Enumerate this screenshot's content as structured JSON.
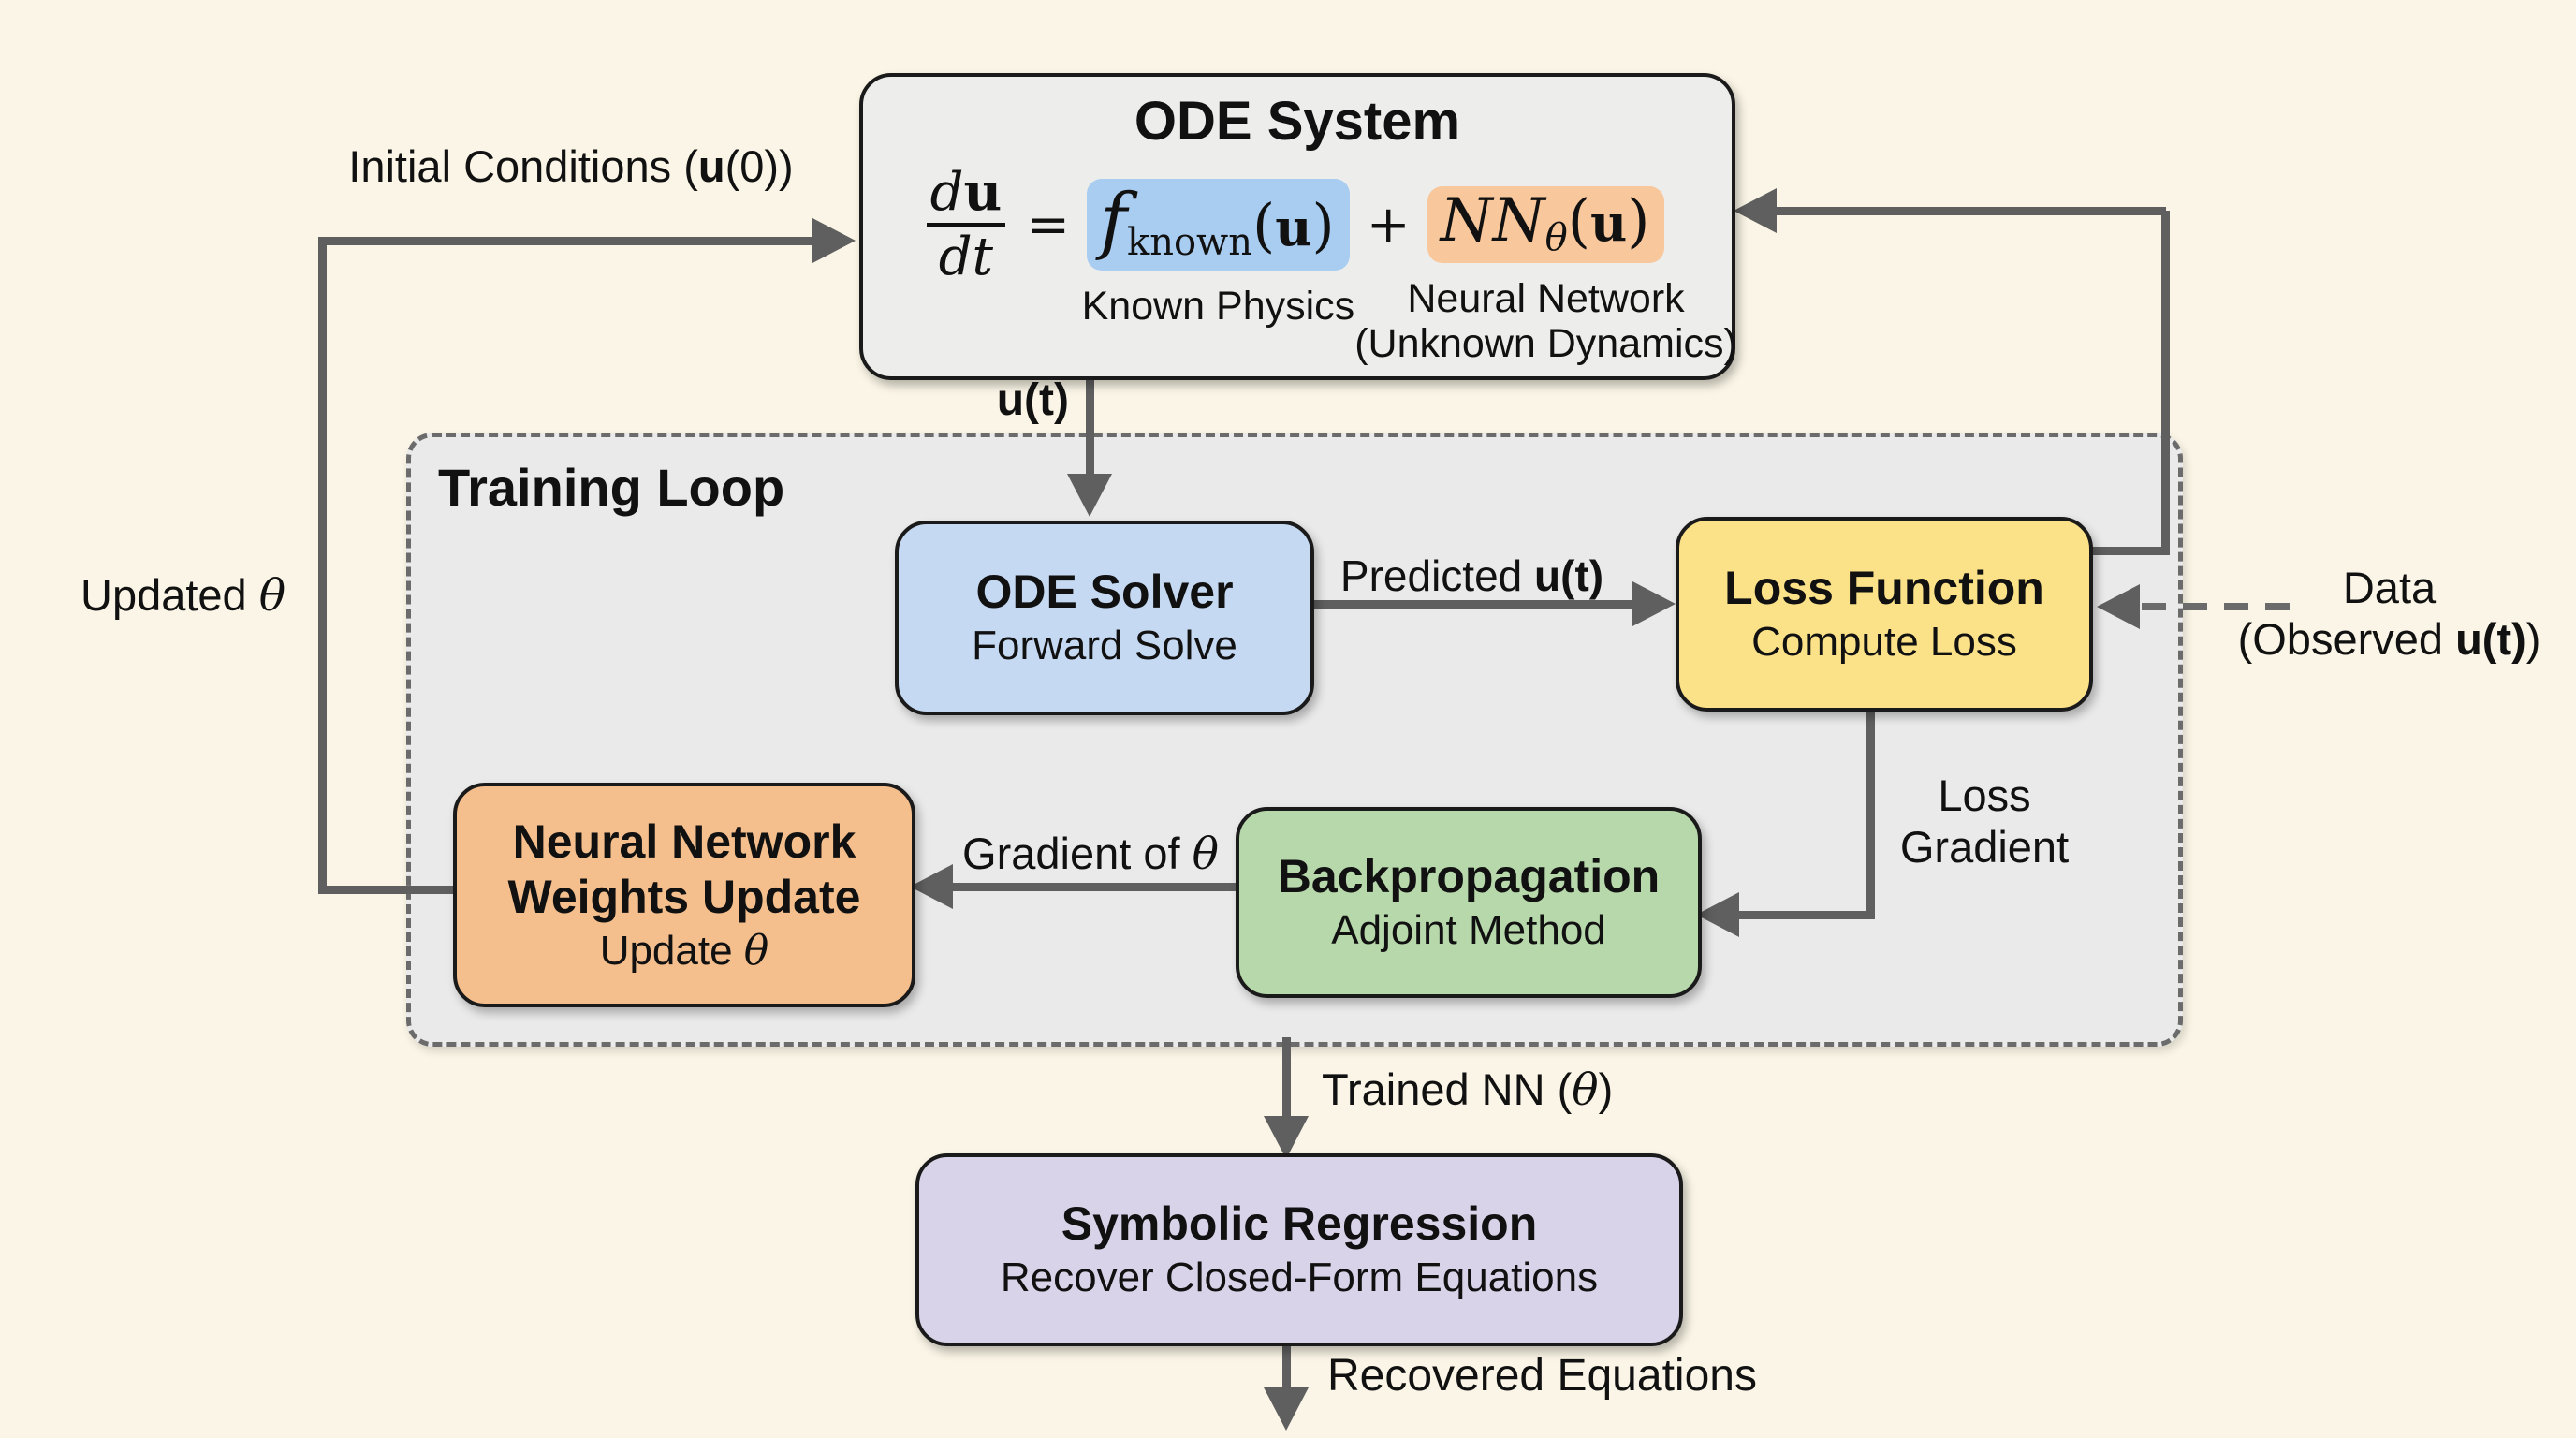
{
  "canvas": {
    "bg": "#faf5e6"
  },
  "colors": {
    "arrow": "#5f5f5f",
    "box_border": "#1a1a1a",
    "ode_fill": "#ededec",
    "loop_fill": "#eaeaea",
    "solver_fill": "#c6d9f3",
    "loss_fill": "#fbe289",
    "backprop_fill": "#b7d8ab",
    "weights_fill": "#f5bf8d",
    "symreg_fill": "#d9d3e9",
    "known_chip": "#a9cdf1",
    "nn_chip": "#f8c79c"
  },
  "ode_system": {
    "title": "ODE System",
    "equation": {
      "frac_num_d": "d",
      "frac_num_u": "u",
      "frac_den": "dt",
      "equals": "=",
      "f_main": "f",
      "f_sub": "known",
      "f_open": "(",
      "f_u": "u",
      "f_close": ")",
      "plus": "+",
      "nn_main": "NN",
      "nn_sub": "θ",
      "nn_open": "(",
      "nn_u": "u",
      "nn_close": ")"
    },
    "known_label": "Known Physics",
    "nn_label_line1": "Neural Network",
    "nn_label_line2": "(Unknown Dynamics)"
  },
  "labels": {
    "initial_conditions_pre": "Initial Conditions (",
    "initial_conditions_bold": "u",
    "initial_conditions_post": "(0))",
    "updated_theta_pre": "Updated ",
    "theta": "θ",
    "u_t": "u(t)",
    "training_loop": "Training Loop",
    "predicted_pre": "Predicted ",
    "predicted_bold": "u(t)",
    "data_line1": "Data",
    "data_line2_pre": "(Observed ",
    "data_line2_bold": "u(t)",
    "data_line2_post": ")",
    "loss_gradient_line1": "Loss",
    "loss_gradient_line2": "Gradient",
    "gradient_of_theta_pre": "Gradient of ",
    "trained_nn_pre": "Trained NN (",
    "trained_nn_post": ")",
    "recovered_equations": "Recovered Equations"
  },
  "boxes": {
    "ode_solver": {
      "title": "ODE Solver",
      "subtitle": "Forward Solve"
    },
    "loss_function": {
      "title": "Loss Function",
      "subtitle": "Compute Loss"
    },
    "backpropagation": {
      "title": "Backpropagation",
      "subtitle": "Adjoint Method"
    },
    "weights_update": {
      "title_line1": "Neural Network",
      "title_line2": "Weights Update",
      "subtitle_pre": "Update ",
      "subtitle_theta": "θ"
    },
    "symbolic_regression": {
      "title": "Symbolic Regression",
      "subtitle": "Recover Closed-Form Equations"
    }
  }
}
